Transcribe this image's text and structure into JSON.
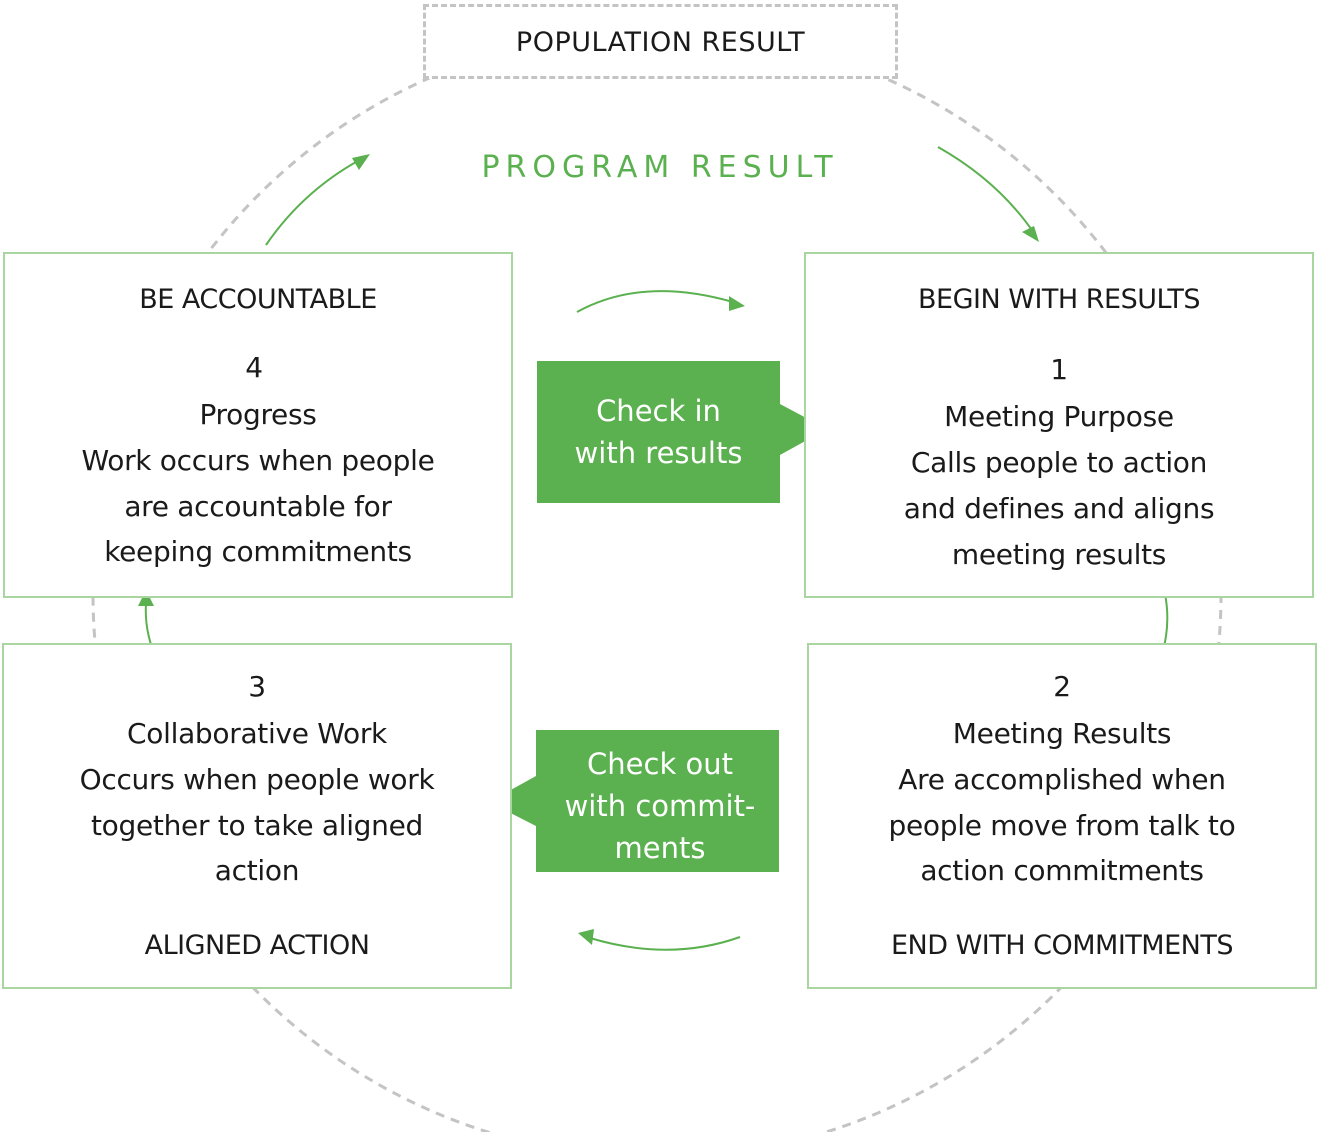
{
  "header": {
    "population_result": "POPULATION RESULT",
    "program_result": "PROGRAM RESULT"
  },
  "colors": {
    "accent_green": "#5bb04f",
    "box_border": "#a8d5a0",
    "dashed_gray": "#c4c4c4"
  },
  "steps": {
    "begin": {
      "title": "BEGIN WITH RESULTS",
      "number": "1",
      "lines": [
        "Meeting Purpose",
        "Calls people to action",
        "and defines and aligns",
        "meeting results"
      ]
    },
    "end": {
      "number": "2",
      "lines": [
        "Meeting Results",
        "Are accomplished when",
        "people move from talk to",
        "action commitments"
      ],
      "footer": "END WITH COMMITMENTS"
    },
    "aligned": {
      "number": "3",
      "lines": [
        "Collaborative Work",
        "Occurs when people work",
        "together to take aligned",
        "action"
      ],
      "footer": "ALIGNED ACTION"
    },
    "accountable": {
      "title": "BE ACCOUNTABLE",
      "number": "4",
      "lines": [
        "Progress",
        "Work occurs when people",
        "are accountable for",
        "keeping commitments"
      ]
    }
  },
  "callouts": {
    "check_in": [
      "Check in",
      "with results"
    ],
    "check_out": [
      "Check out",
      "with commit-",
      "ments"
    ]
  }
}
